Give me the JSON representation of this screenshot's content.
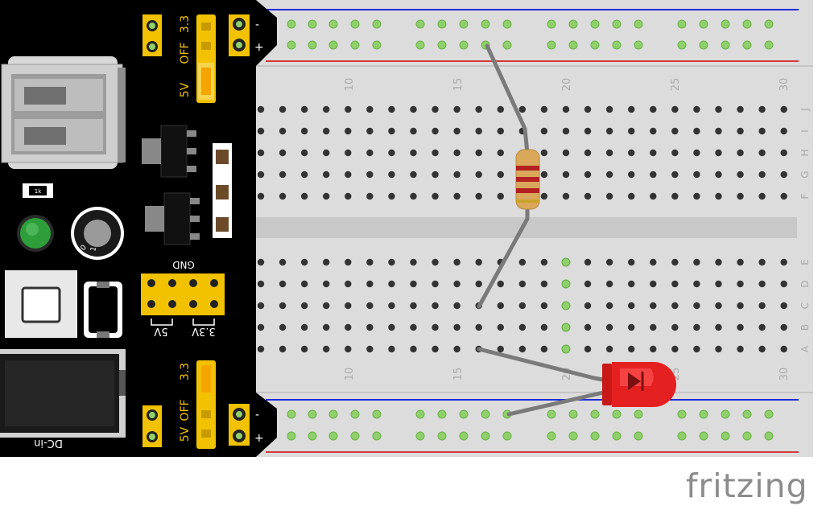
{
  "brand": "fritzing",
  "breadboard": {
    "column_labels": [
      "10",
      "15",
      "20",
      "25",
      "30"
    ],
    "row_labels_top": [
      "J",
      "I",
      "H",
      "G",
      "F"
    ],
    "row_labels_bottom": [
      "E",
      "D",
      "C",
      "B",
      "A"
    ],
    "rail_signs": [
      "-",
      "+"
    ],
    "colors": {
      "board": "#dcdcdc",
      "hole": "#333333",
      "active_hole": "#8fd06a",
      "rail_blue": "#1f2bd6",
      "rail_red": "#d43a3a"
    }
  },
  "power_module": {
    "top_jumper_labels": [
      "3.3",
      "OFF",
      "5V"
    ],
    "bottom_jumper_labels": [
      "3.3",
      "OFF",
      "5V"
    ],
    "gnd_label": "GND",
    "header_labels": [
      "5V",
      "3.3V"
    ],
    "dc_label": "DC-in",
    "small_chip_label": "1k",
    "pot_labels": [
      "1",
      "0"
    ],
    "colors": {
      "body": "#000000",
      "jumper": "#f2c200",
      "led": "#2e9e3a"
    }
  },
  "components": {
    "resistor": {
      "bands": [
        "#b32020",
        "#b32020",
        "#b32020"
      ],
      "body": "#d9a85b"
    },
    "led": {
      "color": "#e52020"
    },
    "wire_color": "#7a7a7a"
  }
}
